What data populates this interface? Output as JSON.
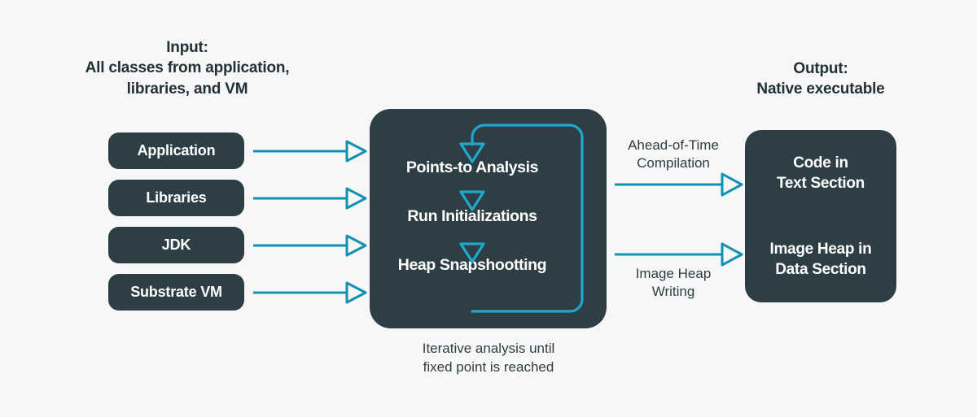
{
  "colors": {
    "background": "#f7f7f7",
    "box_fill": "#2d3e45",
    "box_text": "#ffffff",
    "heading_text": "#223038",
    "accent_arrow": "#1391b0",
    "loop_arrow": "#1fa8cd",
    "caption_text": "#2e3d44"
  },
  "input": {
    "heading": "Input:\nAll classes from application,\nlibraries, and VM",
    "boxes": [
      {
        "label": "Application"
      },
      {
        "label": "Libraries"
      },
      {
        "label": "JDK"
      },
      {
        "label": "Substrate VM"
      }
    ]
  },
  "process": {
    "steps": [
      {
        "label": "Points-to Analysis"
      },
      {
        "label": "Run Initializations"
      },
      {
        "label": "Heap Snapshootting"
      }
    ],
    "caption": "Iterative analysis until\nfixed point is reached"
  },
  "transitions": [
    {
      "label": "Ahead-of-Time\nCompilation"
    },
    {
      "label": "Image Heap\nWriting"
    }
  ],
  "output": {
    "heading": "Output:\nNative executable",
    "lines": [
      {
        "label": "Code in\nText Section"
      },
      {
        "label": "Image Heap in\nData Section"
      }
    ]
  }
}
